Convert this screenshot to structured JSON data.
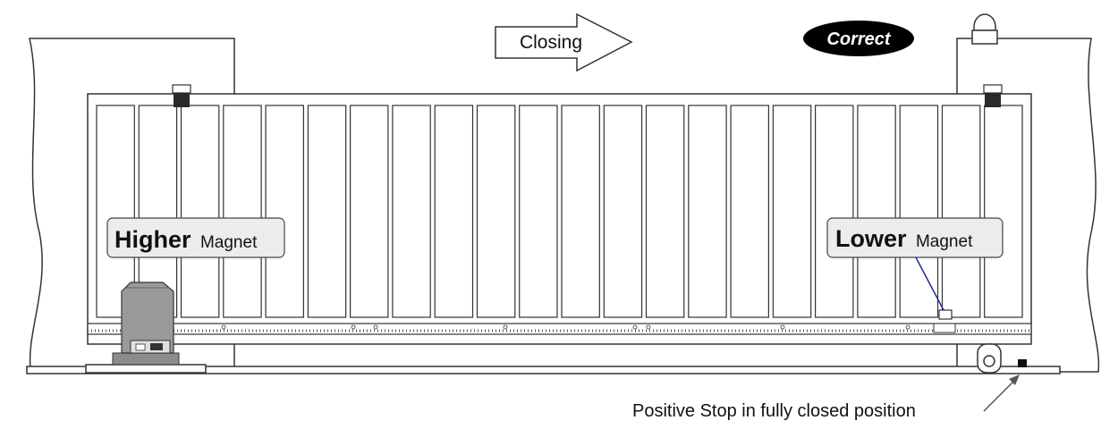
{
  "direction_label": "Closing",
  "status_badge": "Correct",
  "higher_magnet": {
    "bold": "Higher",
    "normal": "Magnet"
  },
  "lower_magnet": {
    "bold": "Lower",
    "normal": "Magnet"
  },
  "positive_stop_caption": "Positive Stop in fully closed position",
  "colors": {
    "line": "#333333",
    "badge": "#000000",
    "label_fill": "#ececec",
    "motor": "#9a9a9a",
    "magnet": "#2a2a2a",
    "pointer": "#1a2f9a"
  },
  "icons": [
    "closing-arrow-icon",
    "warning-light-icon",
    "gate-motor-icon",
    "magnet-icon",
    "wheel-icon",
    "stop-block-icon"
  ]
}
